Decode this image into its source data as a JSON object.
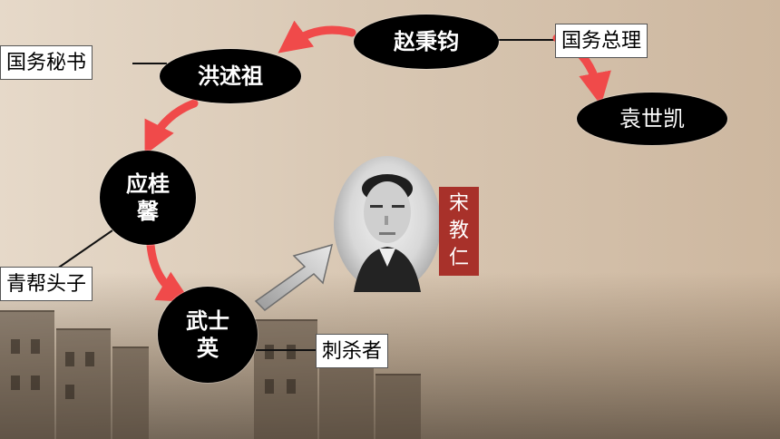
{
  "nodes": {
    "zhao": "赵秉钧",
    "hong": "洪述祖",
    "yuan": "袁世凯",
    "ying_1": "应桂",
    "ying_2": "馨",
    "wu_1": "武士",
    "wu_2": "英"
  },
  "labels": {
    "zhao_role": "国务总理",
    "hong_role": "国务秘书",
    "ying_role": "青帮头子",
    "wu_role": "刺杀者"
  },
  "victim": {
    "name_chars": [
      "宋",
      "教",
      "仁"
    ]
  },
  "colors": {
    "arrow": "#f04a4a",
    "node": "#000000",
    "victim_tag": "#a8312a"
  }
}
